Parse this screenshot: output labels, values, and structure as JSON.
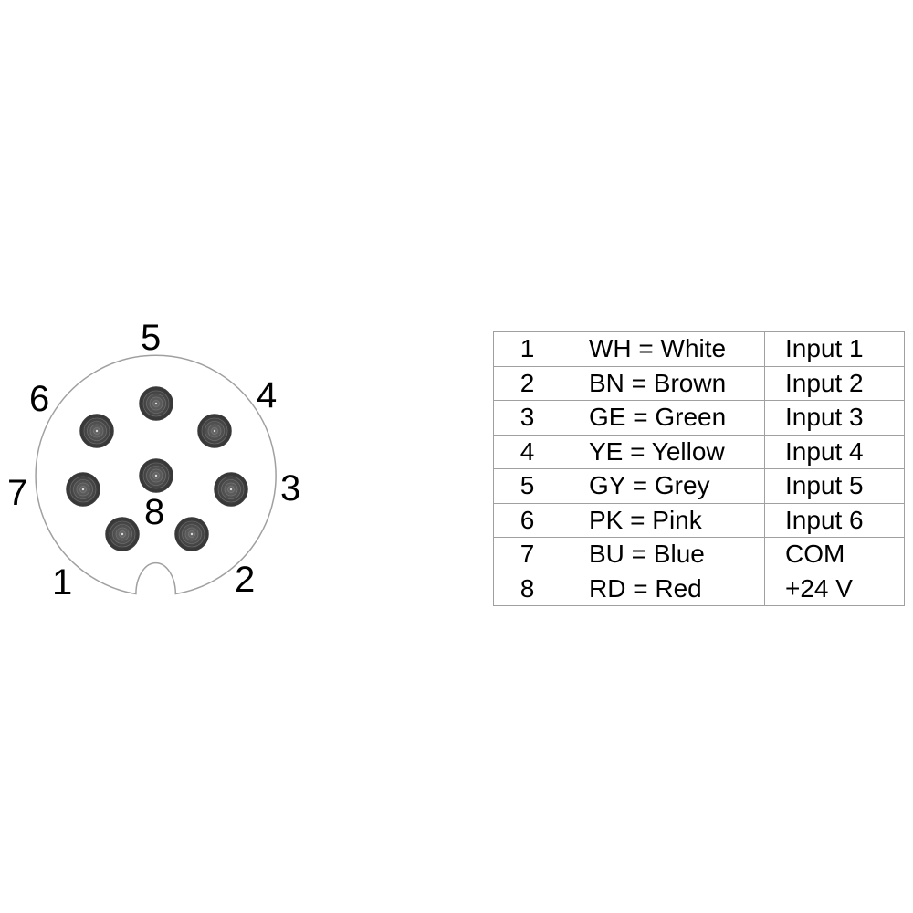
{
  "connector": {
    "pin_labels": [
      "1",
      "2",
      "3",
      "4",
      "5",
      "6",
      "7",
      "8"
    ],
    "pin_fill_color": "#3a3a3a",
    "pin_ring_color": "#9a9a9a",
    "housing_outline_color": "#a0a0a0"
  },
  "table": {
    "rows": [
      {
        "pin": "1",
        "wire": "WH = White",
        "function": "Input 1"
      },
      {
        "pin": "2",
        "wire": "BN = Brown",
        "function": "Input 2"
      },
      {
        "pin": "3",
        "wire": "GE = Green",
        "function": "Input 3"
      },
      {
        "pin": "4",
        "wire": "YE = Yellow",
        "function": "Input 4"
      },
      {
        "pin": "5",
        "wire": "GY = Grey",
        "function": "Input 5"
      },
      {
        "pin": "6",
        "wire": "PK = Pink",
        "function": "Input 6"
      },
      {
        "pin": "7",
        "wire": "BU = Blue",
        "function": "COM"
      },
      {
        "pin": "8",
        "wire": "RD = Red",
        "function": "+24 V"
      }
    ],
    "border_color": "#a0a0a0"
  }
}
